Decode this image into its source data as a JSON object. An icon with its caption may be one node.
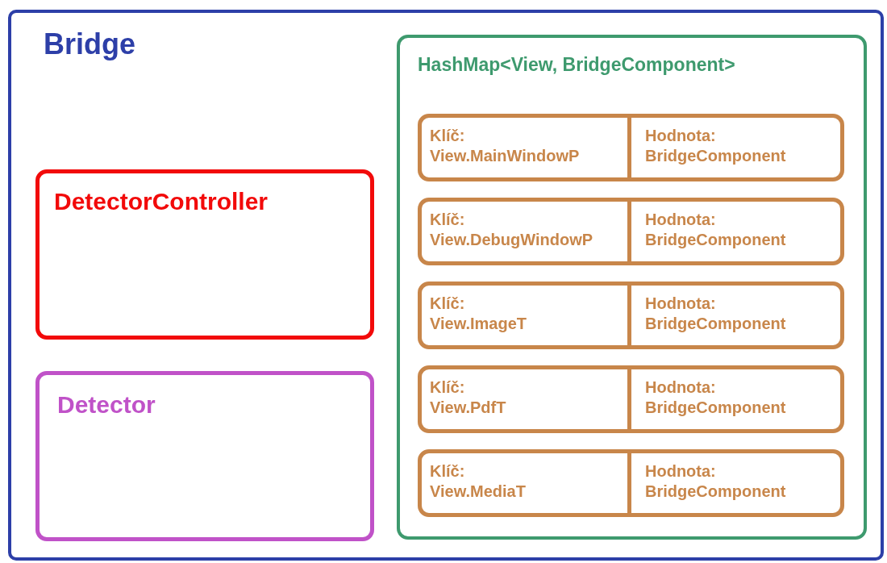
{
  "diagram": {
    "nodes": [
      {
        "text": [
          "Bridge"
        ]
      },
      {
        "text": [
          "DetectorController"
        ],
        "in": 0
      },
      {
        "text": [
          "Detector"
        ],
        "in": 0
      },
      {
        "text": [
          "HashMap<View, BridgeComponent>"
        ],
        "in": 0
      },
      {
        "text": [
          "Klíč: View.MainWindowP",
          "Hodnota: BridgeComponent"
        ],
        "in": 3
      },
      {
        "text": [
          "Klíč: View.DebugWindowP",
          "Hodnota: BridgeComponent"
        ],
        "in": 3
      },
      {
        "text": [
          "Klíč: View.ImageT",
          "Hodnota: BridgeComponent"
        ],
        "in": 3
      },
      {
        "text": [
          "Klíč: View.PdfT",
          "Hodnota: BridgeComponent"
        ],
        "in": 3
      },
      {
        "text": [
          "Klíč: View.MediaT",
          "Hodnota: BridgeComponent"
        ],
        "in": 3
      }
    ]
  }
}
